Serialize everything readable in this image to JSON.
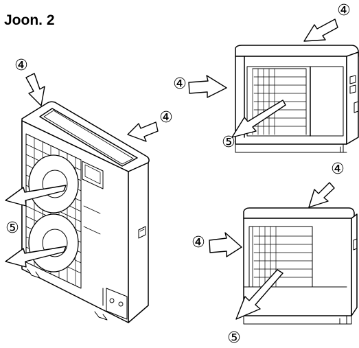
{
  "figure": {
    "title": "Joon. 2",
    "callouts": {
      "air_inlet_marker": "④",
      "air_outlet_marker": "⑤"
    }
  }
}
